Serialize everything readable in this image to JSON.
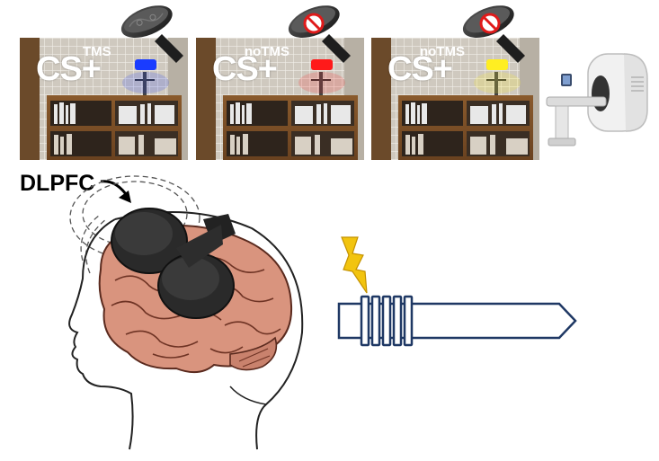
{
  "panels": [
    {
      "cs": "CS+",
      "superscript": "TMS",
      "light": "#1a3cff",
      "forbidden": false
    },
    {
      "cs": "CS+",
      "superscript": "noTMS",
      "light": "#ff1a1a",
      "forbidden": true
    },
    {
      "cs": "CS+",
      "superscript": "noTMS",
      "light": "#ffee22",
      "forbidden": true
    }
  ],
  "target_label": "DLPFC",
  "icons": [
    "tms-coil-icon",
    "forbidden-sign-icon",
    "mri-scanner-icon",
    "lightning-bolt-icon",
    "electrode-probe-icon"
  ]
}
